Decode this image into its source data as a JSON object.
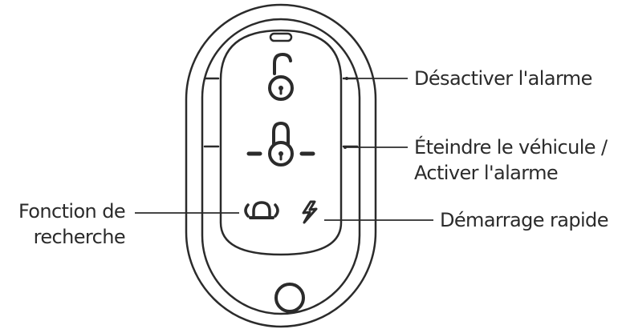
{
  "labels": {
    "disarm": "Désactiver l'alarme",
    "lock_line1": "Éteindre le véhicule /",
    "lock_line2": "Activer l'alarme",
    "search_line1": "Fonction de",
    "search_line2": "recherche",
    "quick_start": "Démarrage rapide"
  },
  "colors": {
    "stroke": "#2b2b2b",
    "accent": "#e07a00"
  }
}
